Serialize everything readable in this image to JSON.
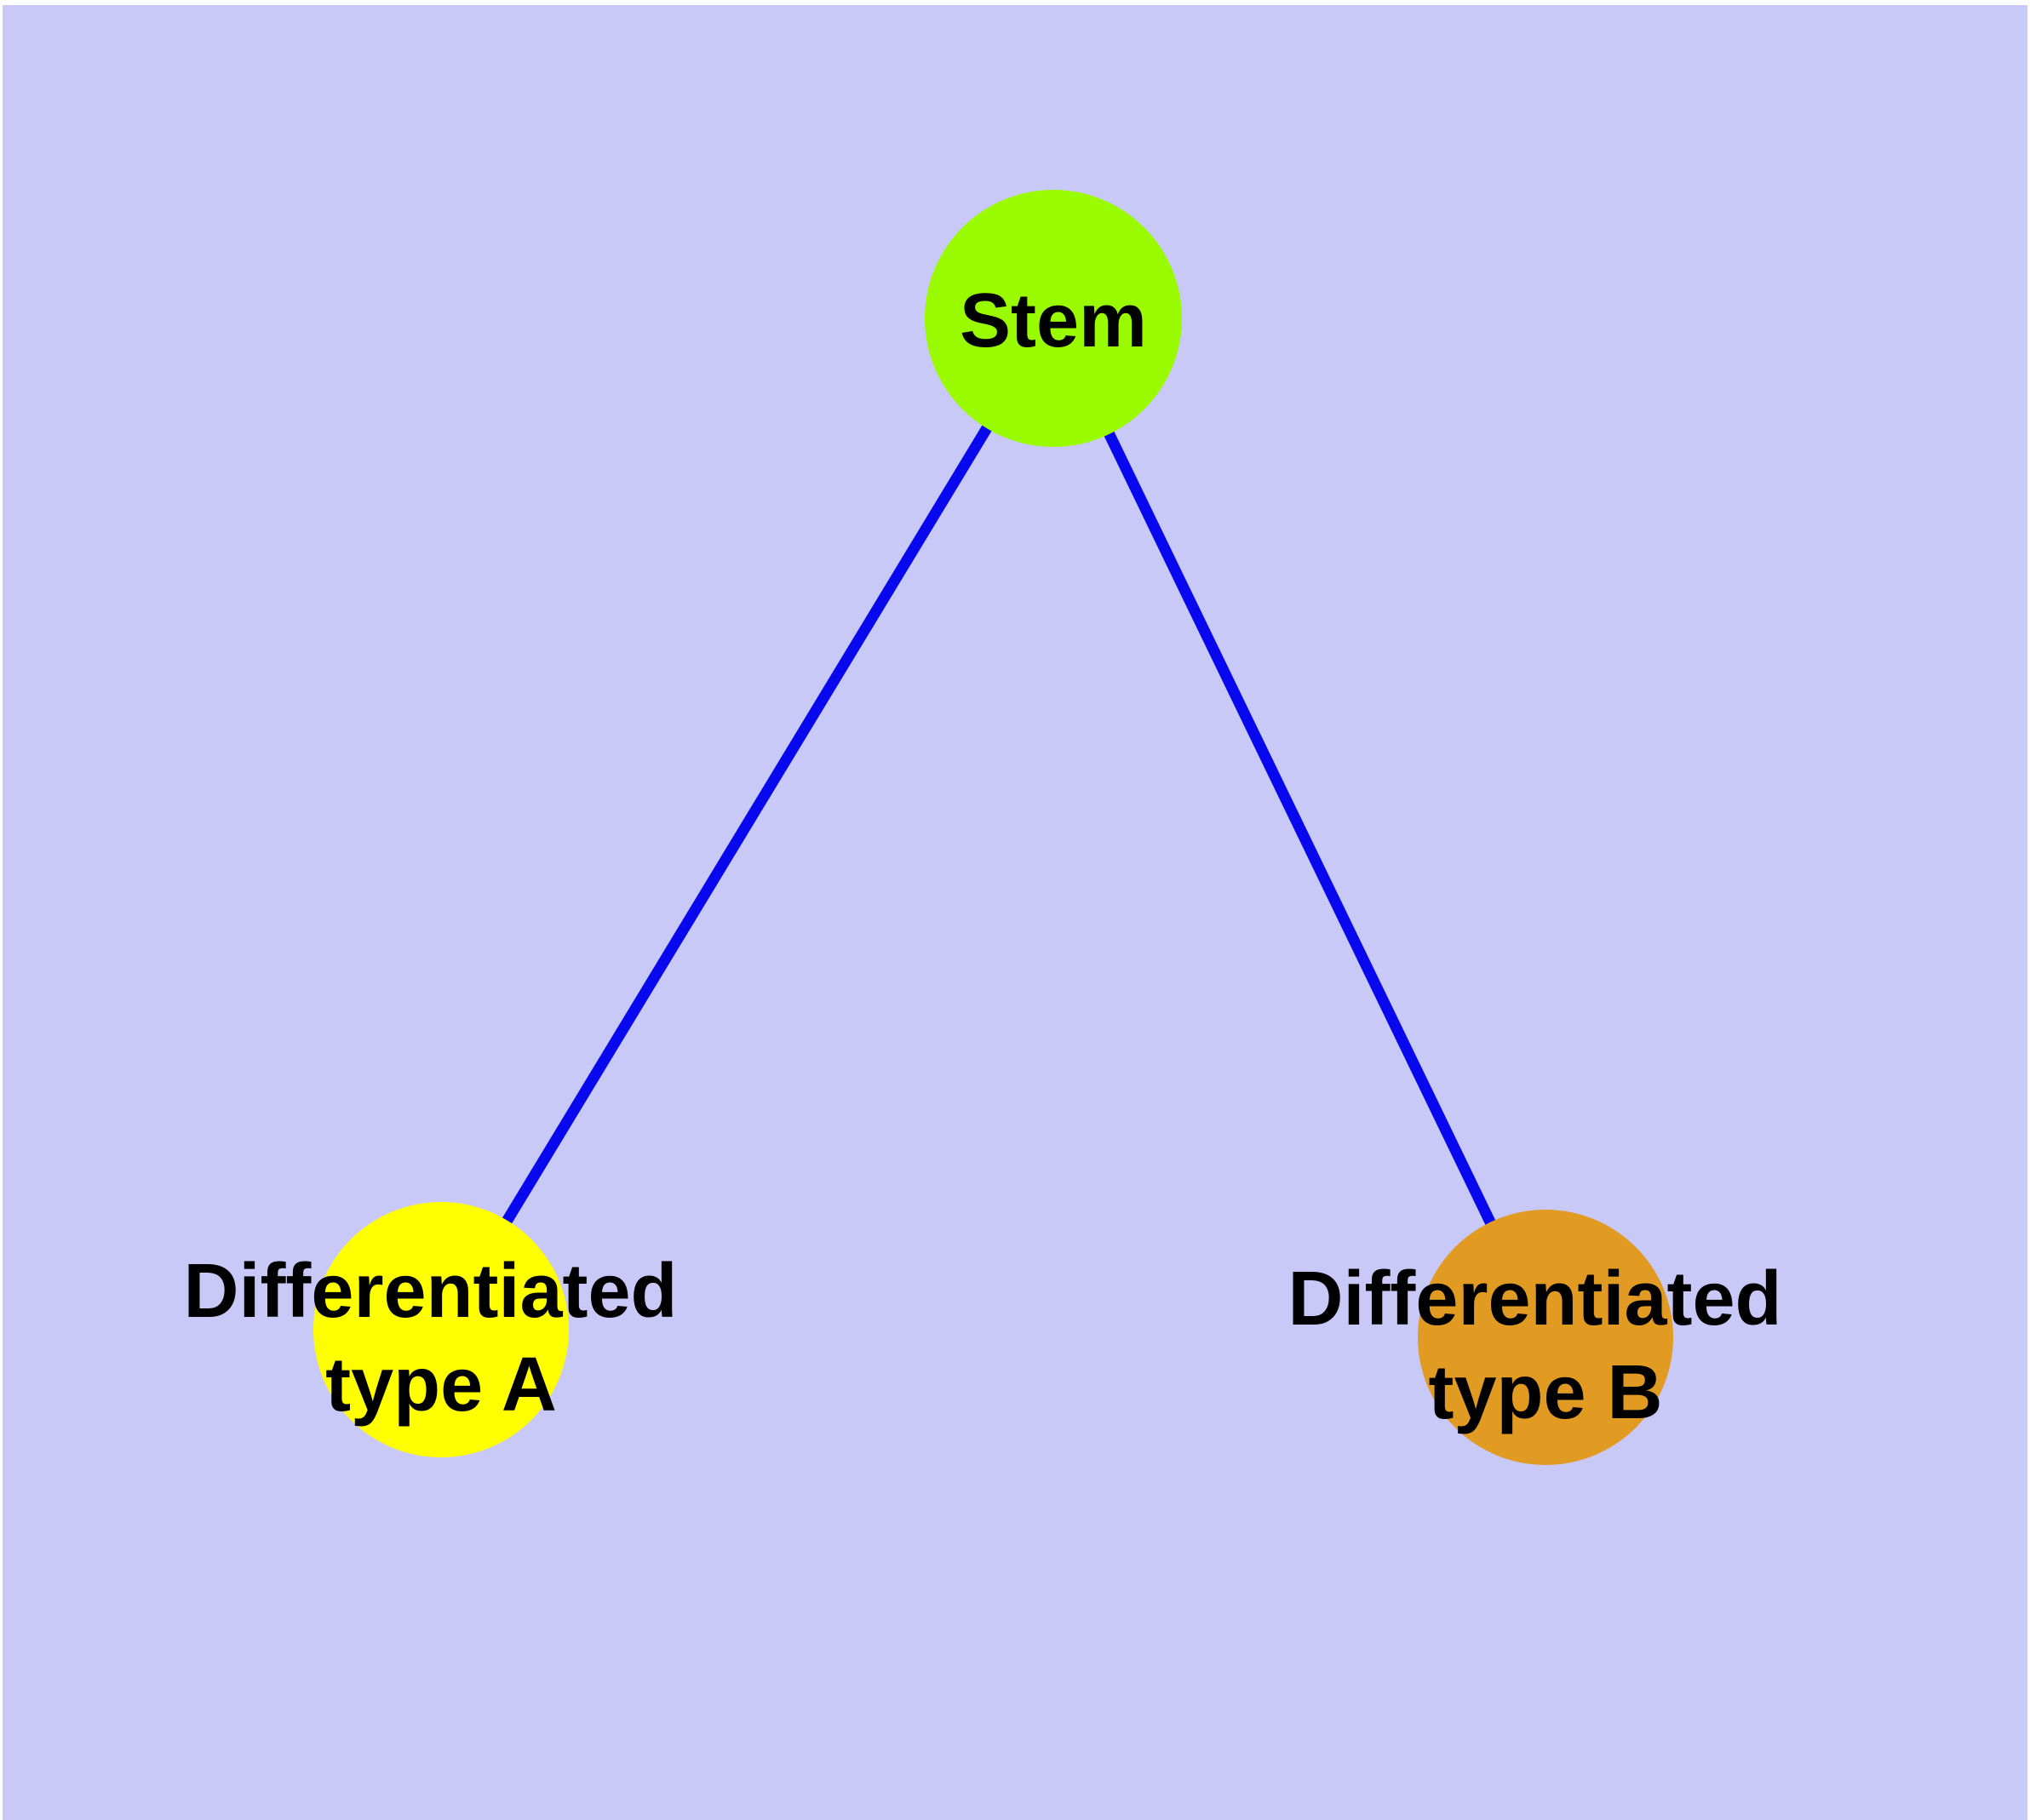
{
  "diagram": {
    "type": "node-link-graph",
    "description": "Stem cell differentiation tree: one stem node branching to two differentiated cell type nodes",
    "background_color": "#C9C9F8",
    "edge_color": "#0808EE",
    "node_border_color": "#737373",
    "nodes": [
      {
        "id": "stem",
        "label": "Stem",
        "fill": "#9AFB00"
      },
      {
        "id": "differentiated-type-a",
        "label": "Differentiated type A",
        "label_line1": "Differentiated",
        "label_line2": "type A",
        "fill": "#FFFF00"
      },
      {
        "id": "differentiated-type-b",
        "label": "Differentiated type B",
        "label_line1": "Differentiated",
        "label_line2": "type B",
        "fill": "#E19A22"
      }
    ],
    "edges": [
      {
        "from": "Stem",
        "to": "Differentiated type A"
      },
      {
        "from": "Stem",
        "to": "Differentiated type B"
      }
    ]
  }
}
